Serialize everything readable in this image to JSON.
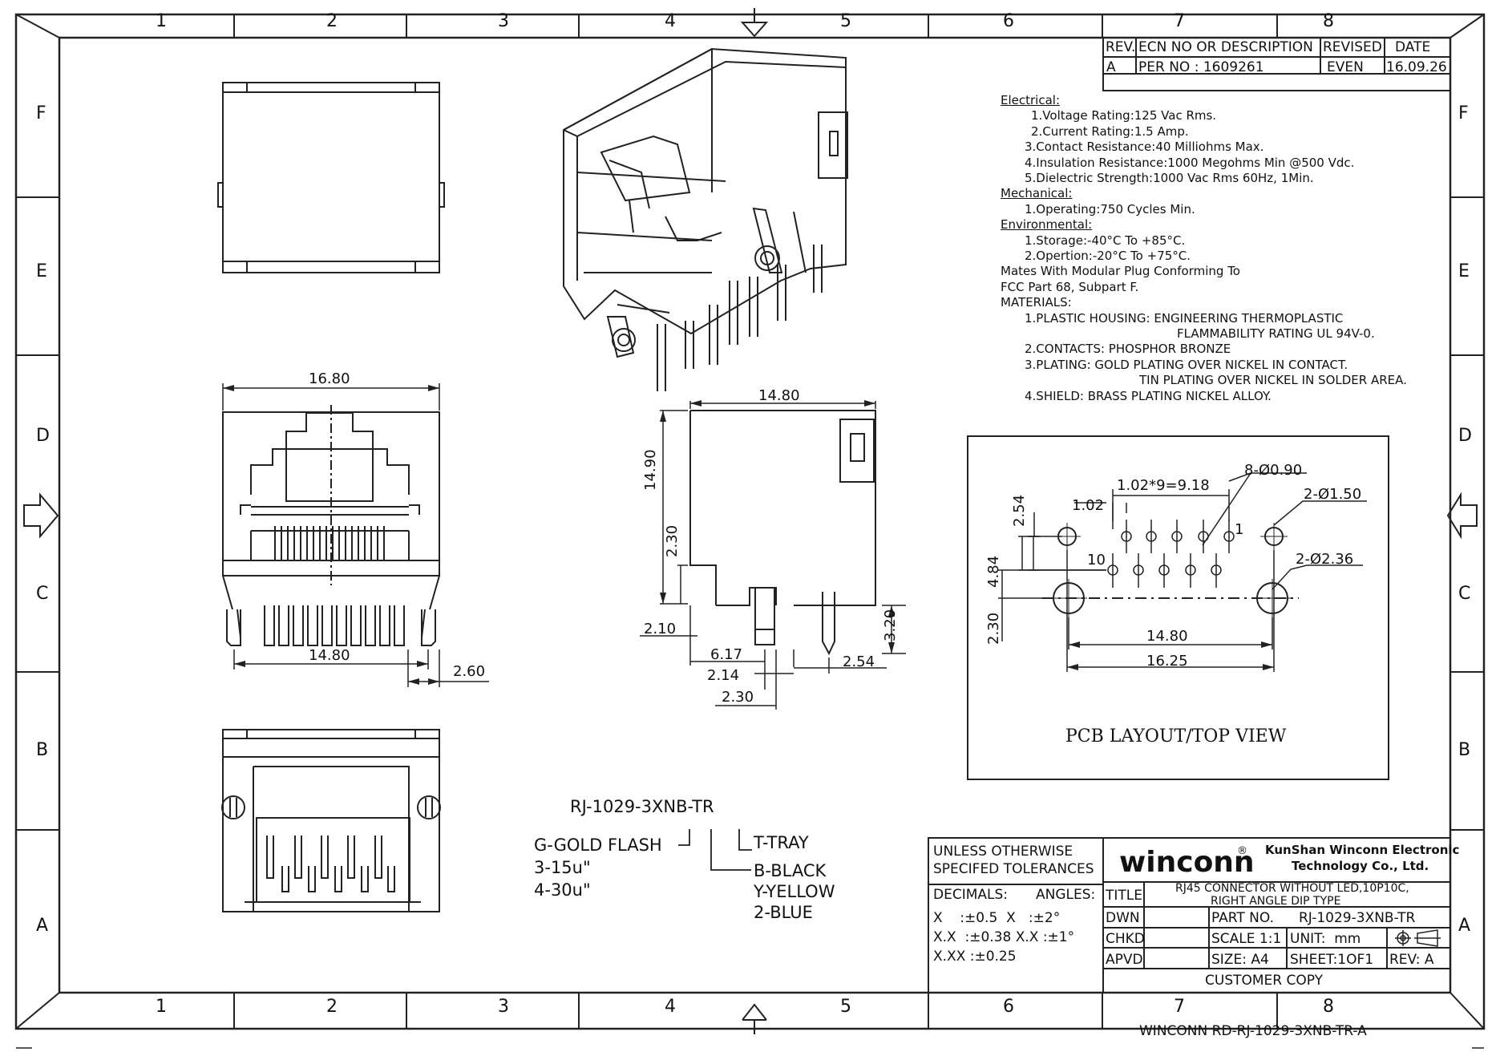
{
  "frame": {
    "col_labels": [
      "1",
      "2",
      "3",
      "4",
      "5",
      "6",
      "7",
      "8"
    ],
    "row_labels": [
      "F",
      "E",
      "D",
      "C",
      "B",
      "A"
    ]
  },
  "revision": {
    "headers": {
      "rev": "REV.",
      "ecn": "ECN NO OR DESCRIPTION",
      "revised": "REVISED",
      "date": "DATE"
    },
    "row": {
      "rev": "A",
      "ecn": "PER NO : 1609261",
      "revised": "EVEN",
      "date": "16.09.26"
    }
  },
  "specs": [
    {
      "text": "Electrical:",
      "heading": true
    },
    {
      "text": "1.Voltage Rating:125 Vac Rms."
    },
    {
      "text": "2.Current Rating:1.5 Amp."
    },
    {
      "text": "3.Contact Resistance:40 Milliohms Max."
    },
    {
      "text": "4.Insulation Resistance:1000 Megohms Min @500 Vdc."
    },
    {
      "text": "5.Dielectric Strength:1000 Vac Rms 60Hz, 1Min."
    },
    {
      "text": "Mechanical:",
      "heading": true
    },
    {
      "text": "1.Operating:750 Cycles Min."
    },
    {
      "text": "Environmental:",
      "heading": true
    },
    {
      "text": "1.Storage:-40°C To +85°C."
    },
    {
      "text": "2.Opertion:-20°C To +75°C."
    },
    {
      "text": "Mates With Modular Plug Conforming To"
    },
    {
      "text": "FCC Part 68, Subpart F."
    },
    {
      "text": "MATERIALS:"
    },
    {
      "text": "1.PLASTIC HOUSING: ENGINEERING THERMOPLASTIC"
    },
    {
      "text": "FLAMMABILITY RATING UL 94V-0."
    },
    {
      "text": "2.CONTACTS: PHOSPHOR BRONZE"
    },
    {
      "text": "3.PLATING: GOLD PLATING OVER NICKEL IN CONTACT."
    },
    {
      "text": "TIN PLATING OVER NICKEL IN SOLDER AREA."
    },
    {
      "text": "4.SHIELD: BRASS PLATING NICKEL ALLOY."
    }
  ],
  "front_view": {
    "width": "16.80",
    "pin_span": "14.80",
    "pitch": "2.60"
  },
  "side_view": {
    "depth": "14.80",
    "height": "14.90",
    "post_height": "2.30",
    "offset_front": "2.10",
    "pin_length": "3.20",
    "dim_a": "6.17",
    "dim_b": "2.14",
    "dim_c": "2.30",
    "dim_d": "2.54"
  },
  "pcb": {
    "title": "PCB LAYOUT/TOP VIEW",
    "row_offset": "2.54",
    "pitch": "1.02",
    "span": "1.02*9=9.18",
    "signal_holes": "8-Ø0.90",
    "mid_holes": "2-Ø1.50",
    "mount_holes": "2-Ø2.36",
    "height": "4.84",
    "lower": "2.30",
    "inner_width": "14.80",
    "outer_width": "16.25",
    "pin_first": "1",
    "pin_last": "10"
  },
  "part_code": {
    "code": "RJ-1029-3XNB-TR",
    "plating": [
      "G-GOLD FLASH",
      "3-15u\"",
      "4-30u\""
    ],
    "packing": "T-TRAY",
    "colors": [
      "B-BLACK",
      "Y-YELLOW",
      "2-BLUE"
    ]
  },
  "title_block": {
    "tolerance_header": [
      "UNLESS OTHERWISE",
      "SPECIFED TOLERANCES"
    ],
    "decimals_label": "DECIMALS:",
    "angles_label": "ANGLES:",
    "tolerances": [
      "X    :±0.5  X   :±2°",
      "X.X  :±0.38 X.X :±1°",
      "X.XX :±0.25"
    ],
    "brand": "winconn",
    "registered": "®",
    "company": [
      "KunShan Winconn Electronic",
      "Technology Co., Ltd."
    ],
    "title_label": "TITLE",
    "title_value": [
      "RJ45 CONNECTOR WITHOUT LED,10P10C,",
      "RIGHT ANGLE DIP TYPE"
    ],
    "dwn": "DWN",
    "chkd": "CHKD",
    "apvd": "APVD",
    "part_no_label": "PART NO.",
    "part_no": "RJ-1029-3XNB-TR",
    "scale": "SCALE 1:1",
    "unit": "UNIT:  mm",
    "size": "SIZE: A4",
    "sheet": "SHEET:1OF1",
    "rev": "REV: A",
    "customer_copy": "CUSTOMER COPY"
  },
  "doc_id": "WINCONN RD-RJ-1029-3XNB-TR-A"
}
